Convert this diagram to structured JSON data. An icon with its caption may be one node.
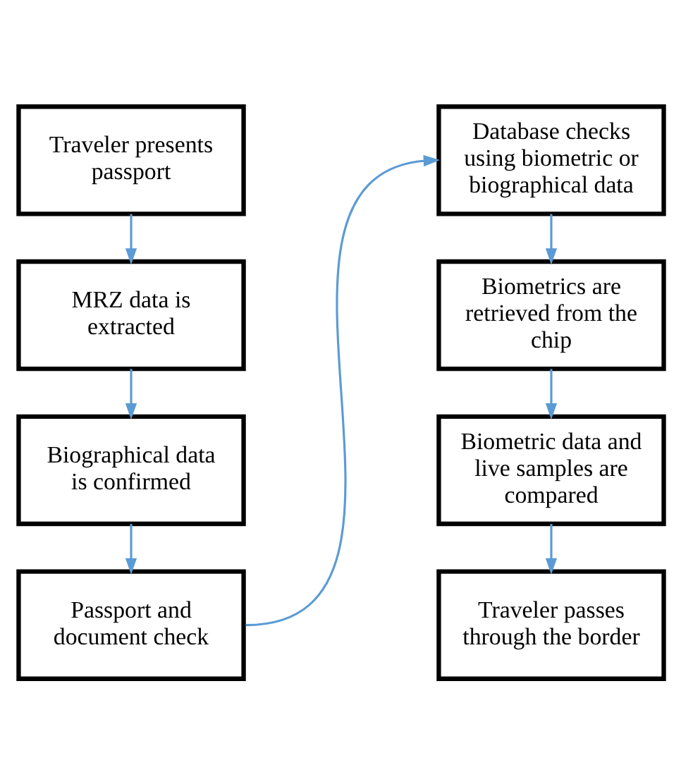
{
  "diagram": {
    "nodes": [
      {
        "text": [
          "Traveler presents passport"
        ]
      },
      {
        "text": [
          "MRZ data is extracted"
        ]
      },
      {
        "text": [
          "Biographical data is confirmed"
        ]
      },
      {
        "text": [
          "Passport and document check"
        ]
      },
      {
        "text": [
          "Database checks using biometric or biographical data"
        ]
      },
      {
        "text": [
          "Biometrics are retrieved from the chip"
        ]
      },
      {
        "text": [
          "Biometric data and live samples are compared"
        ]
      },
      {
        "text": [
          "Traveler passes through the border"
        ]
      }
    ],
    "edges": [
      {
        "from": 0,
        "to": 1,
        "arrow": "to"
      },
      {
        "from": 1,
        "to": 2,
        "arrow": "to"
      },
      {
        "from": 2,
        "to": 3,
        "arrow": "to"
      },
      {
        "from": 3,
        "to": 4,
        "arrow": "to"
      },
      {
        "from": 4,
        "to": 5,
        "arrow": "to"
      },
      {
        "from": 5,
        "to": 6,
        "arrow": "to"
      },
      {
        "from": 6,
        "to": 7,
        "arrow": "to"
      }
    ]
  }
}
